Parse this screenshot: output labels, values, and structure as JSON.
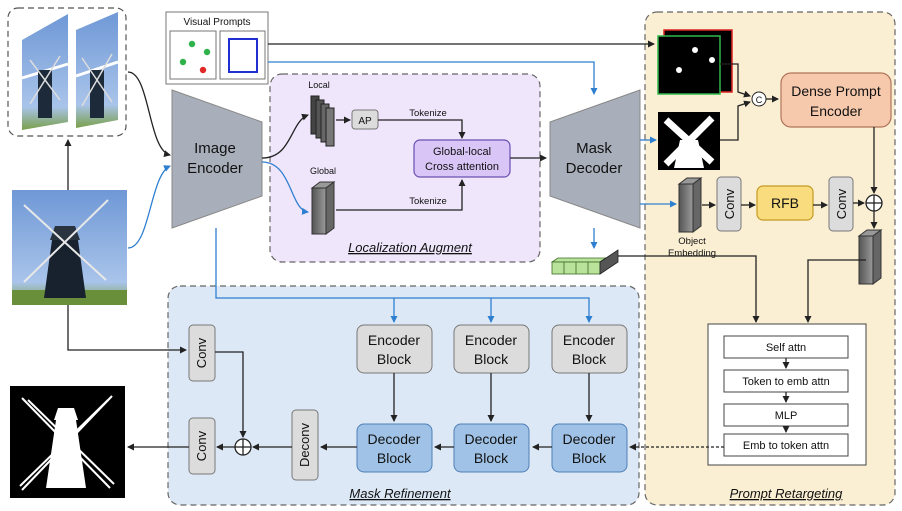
{
  "visual_prompts": {
    "title": "Visual Prompts"
  },
  "image_encoder": {
    "line1": "Image",
    "line2": "Encoder"
  },
  "mask_decoder": {
    "line1": "Mask",
    "line2": "Decoder"
  },
  "localization": {
    "title": "Localization Augment",
    "local_label": "Local",
    "global_label": "Global",
    "ap_label": "AP",
    "tokenize_top": "Tokenize",
    "tokenize_bottom": "Tokenize",
    "cross_line1": "Global-local",
    "cross_line2": "Cross attention"
  },
  "prompt_retargeting": {
    "title": "Prompt Retargeting",
    "dense_line1": "Dense Prompt",
    "dense_line2": "Encoder",
    "concat_symbol": "C",
    "conv_left": "Conv",
    "rfb": "RFB",
    "conv_right": "Conv",
    "object_embedding_line1": "Object",
    "object_embedding_line2": "Embedding",
    "stack": [
      "Self attn",
      "Token to emb attn",
      "MLP",
      "Emb to token attn"
    ]
  },
  "mask_refinement": {
    "title": "Mask Refinement",
    "encoder_blocks": [
      {
        "line1": "Encoder",
        "line2": "Block"
      },
      {
        "line1": "Encoder",
        "line2": "Block"
      },
      {
        "line1": "Encoder",
        "line2": "Block"
      }
    ],
    "decoder_blocks": [
      {
        "line1": "Decoder",
        "line2": "Block"
      },
      {
        "line1": "Decoder",
        "line2": "Block"
      },
      {
        "line1": "Decoder",
        "line2": "Block"
      }
    ],
    "conv_top": "Conv",
    "conv_bottom": "Conv",
    "deconv": "Deconv"
  },
  "colors": {
    "arrow_blue": "#2f7fd0",
    "arrow_black": "#222222",
    "region_localization": "#efe6fb",
    "region_refinement": "#dde8f6",
    "region_retargeting": "#fbefd3",
    "cross_attn_fill": "#d9c6f7",
    "dense_encoder_fill": "#f6c9ad",
    "rfb_fill": "#f8dc7e",
    "decoder_fill": "#9fc2e6",
    "gray_fill": "#dcdcdc",
    "embed_green": "#b9e29a"
  }
}
